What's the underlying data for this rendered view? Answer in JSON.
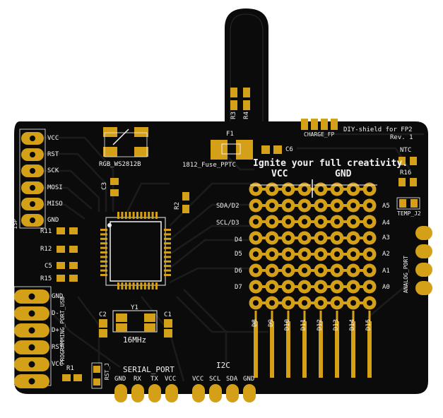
{
  "board": {
    "title": "DIY-shield for FP2",
    "revision": "Rev. 1",
    "slogan": "Ignite your full creativity.",
    "rail_vcc": "VCC",
    "rail_gnd": "GND",
    "crystal_freq": "16MHz",
    "colors": {
      "substrate": "#0b0b0b",
      "copper": "#d4a017",
      "silk": "#f2f2f2",
      "trace": "#1c1c1c"
    }
  },
  "isp": {
    "header_label": "ISP",
    "pins": [
      "VCC",
      "RST",
      "SCK",
      "MOSI",
      "MISO",
      "GND"
    ]
  },
  "usb": {
    "header_label": "PROGRAMMING_PORT_USB",
    "pins": [
      "GND",
      "D-",
      "D+",
      "RST",
      "VCC"
    ]
  },
  "serial": {
    "header_label": "SERIAL_PORT",
    "pins": [
      "GND",
      "RX",
      "TX",
      "VCC"
    ]
  },
  "i2c": {
    "header_label": "I2C",
    "pins": [
      "VCC",
      "SCL",
      "SDA",
      "GND"
    ]
  },
  "analog": {
    "header_label": "ANALOG_PORT"
  },
  "grid_left_labels": [
    "SDA/D2",
    "SCL/D3",
    "D4",
    "D5",
    "D6",
    "D7"
  ],
  "grid_right_labels": [
    "A5",
    "A4",
    "A3",
    "A2",
    "A1",
    "A0"
  ],
  "grid_bottom_labels": [
    "D8",
    "D9",
    "D10",
    "D11",
    "D12",
    "D13",
    "D14",
    "D15"
  ],
  "components": {
    "r3": "R3",
    "r4": "R4",
    "f1": "F1",
    "fuse": "1812_Fuse_PPTC",
    "c6": "C6",
    "charge": "CHARGE_FP",
    "ntc": "NTC",
    "r16": "R16",
    "temp": "TEMP_J2",
    "rgb": "RGB_WS2812B",
    "c3": "C3",
    "r2": "R2",
    "r11": "R11",
    "r12": "R12",
    "c5": "C5",
    "r15": "R15",
    "y1": "Y1",
    "c2": "C2",
    "c1": "C1",
    "r1": "R1",
    "rst_j": "RST_J"
  }
}
